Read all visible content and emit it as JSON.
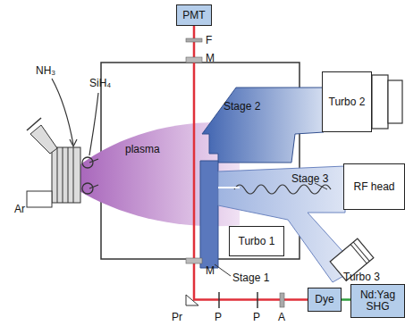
{
  "diagram": {
    "nodes": [
      {
        "text": [
          "PMT"
        ]
      },
      {
        "text": [
          "Turbo 2"
        ]
      },
      {
        "text": [
          "Turbo 1"
        ]
      },
      {
        "text": [
          "RF head"
        ]
      },
      {
        "text": [
          "Dye"
        ]
      },
      {
        "text": [
          "Nd:Yag SHG"
        ]
      }
    ],
    "edges": [
      {
        "from": 5,
        "to": 4,
        "arrow": "none"
      },
      {
        "from": 4,
        "to": 0,
        "arrow": "none"
      }
    ],
    "labels": [
      "NH₃",
      "SiH₄",
      "Ar",
      "plasma",
      "Stage 2",
      "Stage 3",
      "Stage 1",
      "Turbo 3",
      "F",
      "M",
      "M",
      "Pr",
      "P",
      "P",
      "A"
    ]
  }
}
